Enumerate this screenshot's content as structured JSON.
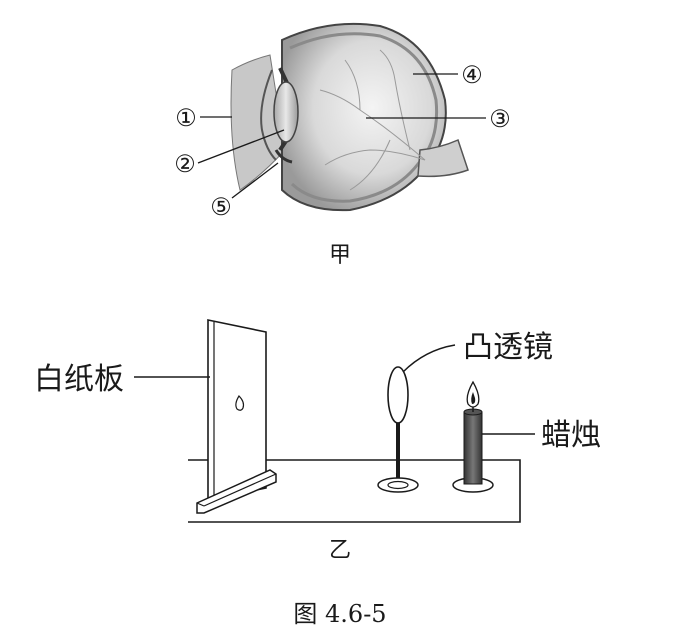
{
  "eye_diagram": {
    "sub_caption": "甲",
    "labels": {
      "l1": "①",
      "l2": "②",
      "l3": "③",
      "l4": "④",
      "l5": "⑤"
    }
  },
  "optics_setup": {
    "sub_caption": "乙",
    "labels": {
      "screen": "白纸板",
      "lens": "凸透镜",
      "candle": "蜡烛"
    }
  },
  "figure_caption": "图 4.6-5"
}
